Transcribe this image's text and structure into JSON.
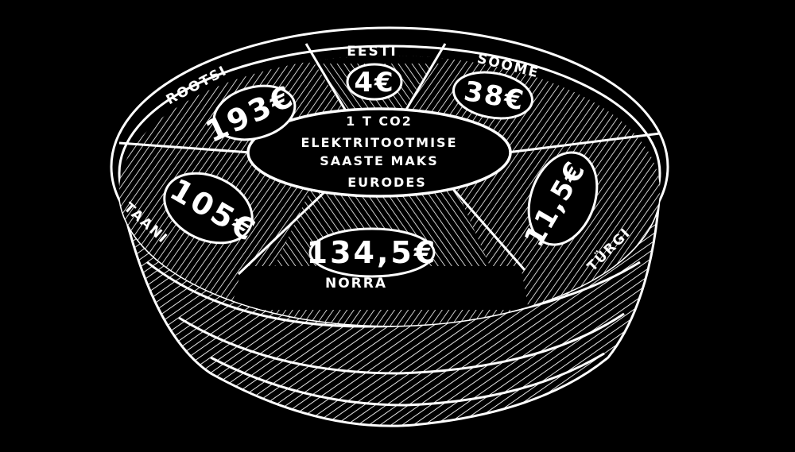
{
  "center_label": {
    "line1": "1 T CO2",
    "line2": "ELEKTRITOOTMISE",
    "line3": "SAASTE MAKS",
    "line4": "EURODES"
  },
  "segments": [
    {
      "country": "EESTI",
      "value": "4€"
    },
    {
      "country": "SOOME",
      "value": "38€"
    },
    {
      "country": "TÜRGI",
      "value": "11,5€"
    },
    {
      "country": "NORRA",
      "value": "134,5€"
    },
    {
      "country": "TAANI",
      "value": "105€"
    },
    {
      "country": "ROOTSI",
      "value": "193€"
    }
  ],
  "colors": {
    "background": "#000000",
    "ink": "#ffffff"
  }
}
